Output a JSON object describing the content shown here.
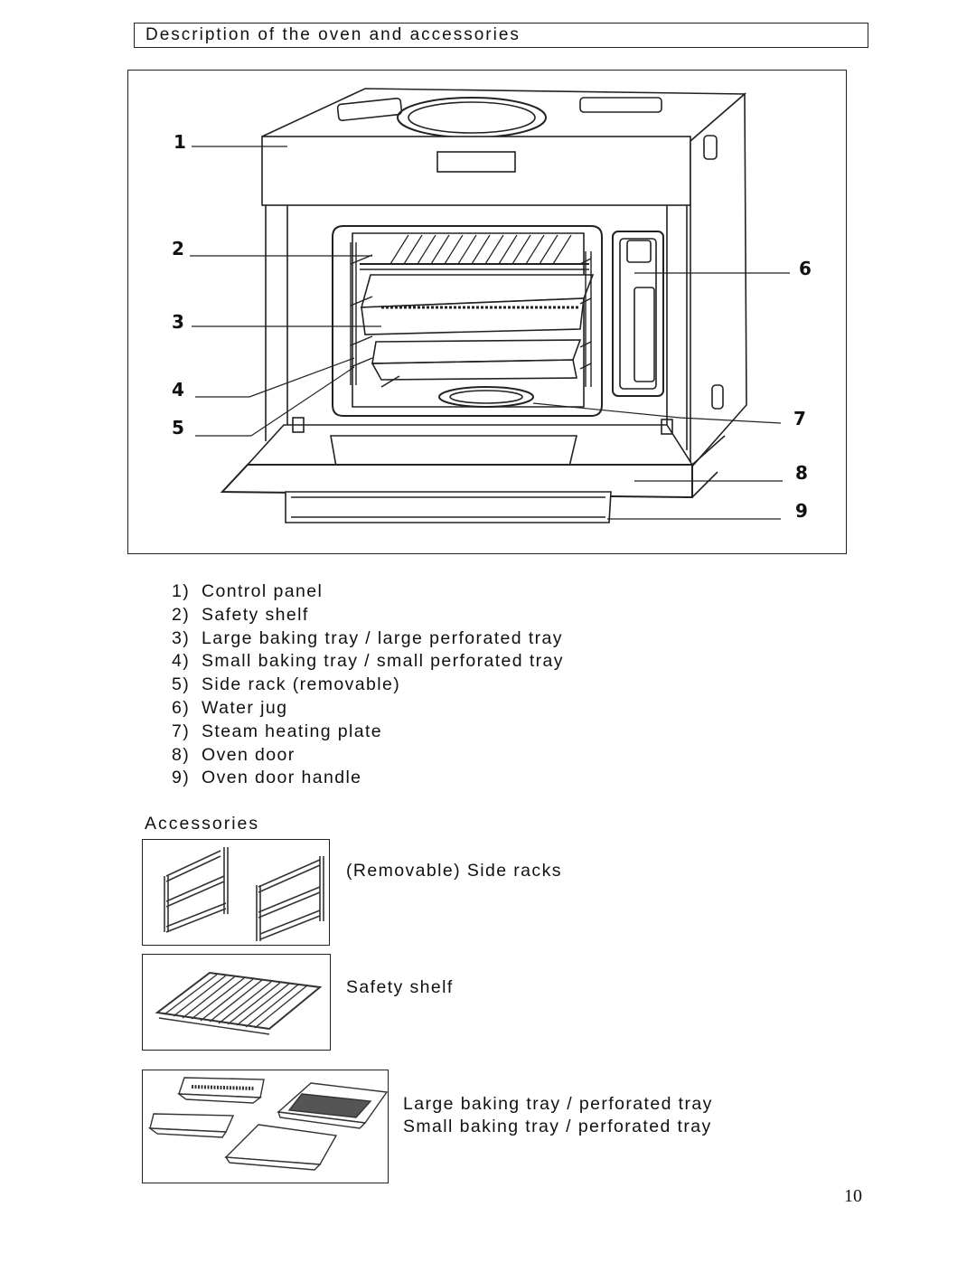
{
  "section_title": "Description of the oven and accessories",
  "diagram": {
    "callouts": [
      "1",
      "2",
      "3",
      "4",
      "5",
      "6",
      "7",
      "8",
      "9"
    ]
  },
  "parts": [
    {
      "num": "1)",
      "label": "Control panel"
    },
    {
      "num": "2)",
      "label": "Safety shelf"
    },
    {
      "num": "3)",
      "label": "Large baking tray / large perforated tray"
    },
    {
      "num": "4)",
      "label": "Small baking tray / small perforated tray"
    },
    {
      "num": "5)",
      "label": "Side rack (removable)"
    },
    {
      "num": "6)",
      "label": "Water jug"
    },
    {
      "num": "7)",
      "label": "Steam heating plate"
    },
    {
      "num": "8)",
      "label": "Oven door"
    },
    {
      "num": "9)",
      "label": "Oven door handle"
    }
  ],
  "accessories": {
    "heading": "Accessories",
    "side_racks_label": "(Removable) Side racks",
    "safety_shelf_label": "Safety shelf",
    "trays_label_1": "Large baking tray / perforated tray",
    "trays_label_2": "Small baking tray / perforated tray"
  },
  "page_number": "10"
}
